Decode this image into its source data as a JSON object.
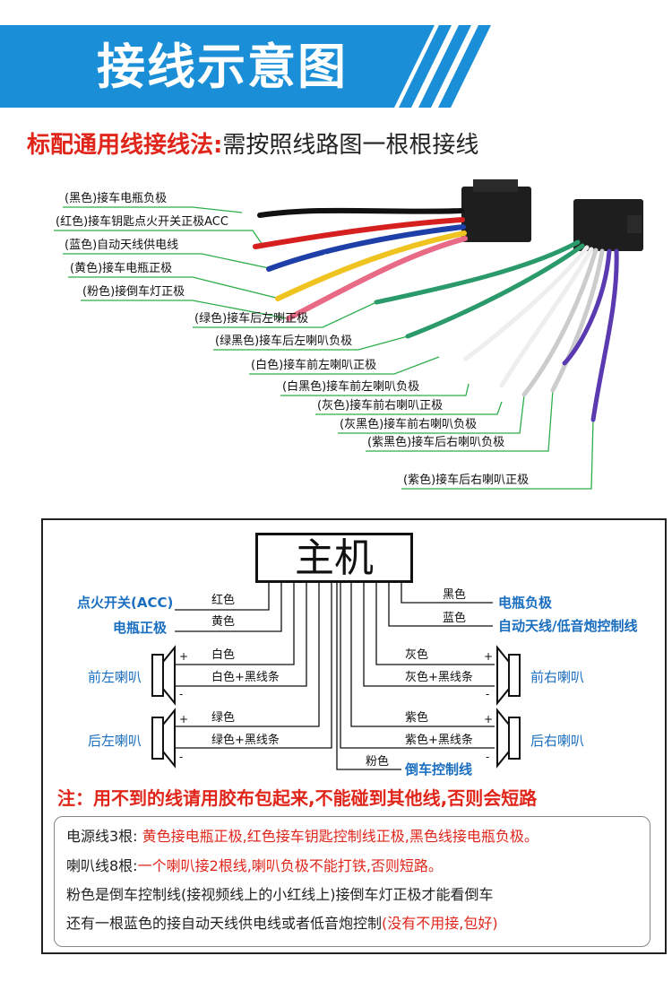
{
  "banner": {
    "title": "接线示意图",
    "color": "#1a8fd8"
  },
  "subtitle": {
    "red": "标配通用线接线法:",
    "dark": "需按照线路图一根根接线"
  },
  "wire_labels": [
    "(黑色)接车电瓶负极",
    "(红色)接车钥匙点火开关正极ACC",
    "(蓝色)自动天线供电线",
    "(黄色)接车电瓶正极",
    "(粉色)接倒车灯正极",
    "(绿色)接车后左喇正极",
    "(绿黑色)接车后左喇叭负极",
    "(白色)接车前左喇叭正极",
    "(白黑色)接车前左喇叭负极",
    "(灰色)接车前右喇叭正极",
    "(灰黑色)接车前右喇叭负极",
    "(紫黑色)接车后右喇叭负极",
    "(紫色)接车后右喇叭正极"
  ],
  "schematic": {
    "host": "主机",
    "left_targets": {
      "acc": "点火开关(ACC)",
      "battery_pos": "电瓶正极",
      "front_left": "前左喇叭",
      "rear_left": "后左喇叭"
    },
    "right_targets": {
      "battery_neg": "电瓶负极",
      "antenna": "自动天线/低音炮控制线",
      "front_right": "前右喇叭",
      "rear_right": "后右喇叭",
      "reverse": "倒车控制线"
    },
    "wires": {
      "red": "红色",
      "yellow": "黄色",
      "white": "白色",
      "white_black": "白色+黑线条",
      "green": "绿色",
      "green_black": "绿色+黑线条",
      "black": "黑色",
      "blue": "蓝色",
      "gray": "灰色",
      "gray_black": "灰色+黑线条",
      "purple": "紫色",
      "purple_black": "紫色+黑线条",
      "pink": "粉色"
    },
    "plus": "+",
    "minus": "-"
  },
  "warning": "注：用不到的线请用胶布包起来,不能碰到其他线,否则会短路",
  "notes": [
    {
      "dark": "电源线3根:",
      "red": " 黄色接电瓶正极,红色接车钥匙控制线正极,黑色线接电瓶负极。"
    },
    {
      "dark": "喇叭线8根:",
      "red": "一个喇叭接2根线,喇叭负极不能打铁,否则短路。"
    },
    {
      "dark": "粉色是倒车控制线(接视频线上的小红线上)接倒车灯正极才能看倒车",
      "red": ""
    },
    {
      "dark": "还有一根蓝色的接自动天线供电线或者低音炮控制",
      "red": "(没有不用接,包好)"
    }
  ],
  "colors": {
    "accent_blue": "#1a8fd8",
    "title_red": "#e0261b",
    "label_blue": "#1a6ec0",
    "line_green": "#2eae4a"
  }
}
